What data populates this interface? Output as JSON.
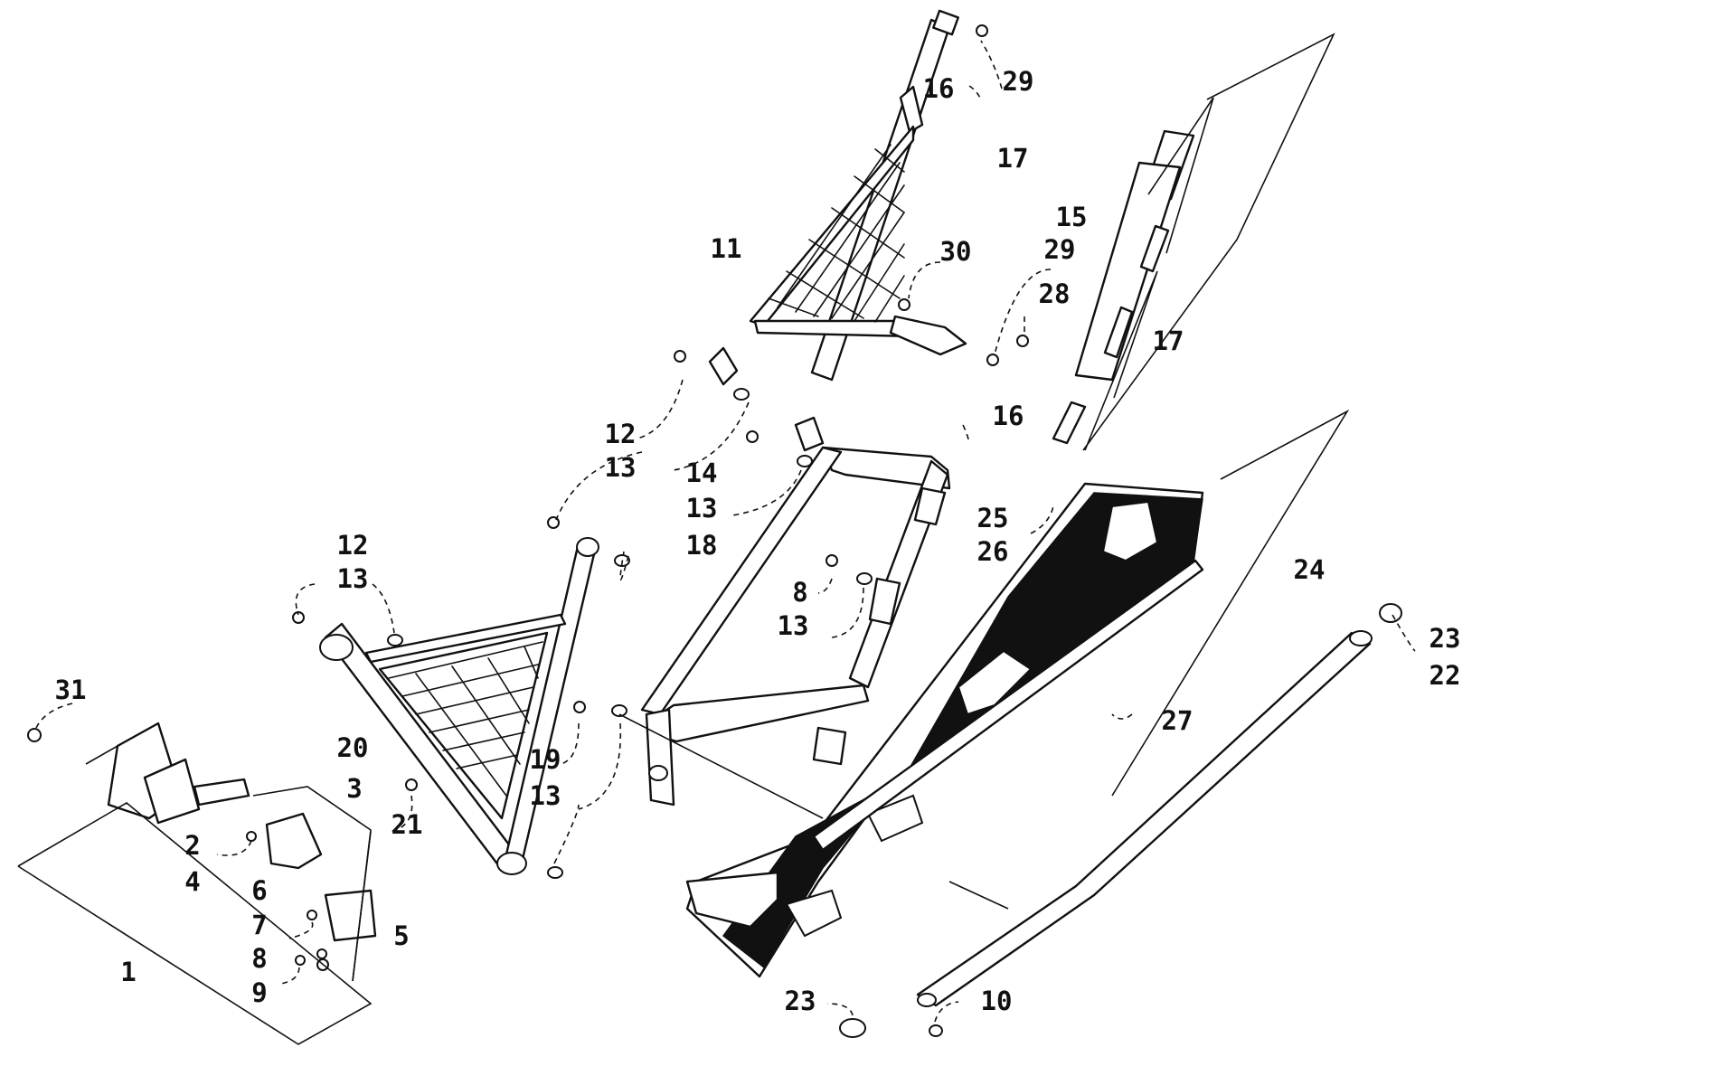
{
  "diagram": {
    "callouts": [
      {
        "id": "c1",
        "label": "1"
      },
      {
        "id": "c2",
        "label": "2"
      },
      {
        "id": "c3",
        "label": "3"
      },
      {
        "id": "c4",
        "label": "4"
      },
      {
        "id": "c5",
        "label": "5"
      },
      {
        "id": "c6",
        "label": "6"
      },
      {
        "id": "c7",
        "label": "7"
      },
      {
        "id": "c8a",
        "label": "8"
      },
      {
        "id": "c8b",
        "label": "8"
      },
      {
        "id": "c9",
        "label": "9"
      },
      {
        "id": "c10",
        "label": "10"
      },
      {
        "id": "c11",
        "label": "11"
      },
      {
        "id": "c12a",
        "label": "12"
      },
      {
        "id": "c12b",
        "label": "12"
      },
      {
        "id": "c13a",
        "label": "13"
      },
      {
        "id": "c13b",
        "label": "13"
      },
      {
        "id": "c13c",
        "label": "13"
      },
      {
        "id": "c13d",
        "label": "13"
      },
      {
        "id": "c13e",
        "label": "13"
      },
      {
        "id": "c14",
        "label": "14"
      },
      {
        "id": "c15",
        "label": "15"
      },
      {
        "id": "c16a",
        "label": "16"
      },
      {
        "id": "c16b",
        "label": "16"
      },
      {
        "id": "c17a",
        "label": "17"
      },
      {
        "id": "c17b",
        "label": "17"
      },
      {
        "id": "c18",
        "label": "18"
      },
      {
        "id": "c19",
        "label": "19"
      },
      {
        "id": "c20",
        "label": "20"
      },
      {
        "id": "c21",
        "label": "21"
      },
      {
        "id": "c22",
        "label": "22"
      },
      {
        "id": "c23a",
        "label": "23"
      },
      {
        "id": "c23b",
        "label": "23"
      },
      {
        "id": "c24",
        "label": "24"
      },
      {
        "id": "c25",
        "label": "25"
      },
      {
        "id": "c26",
        "label": "26"
      },
      {
        "id": "c27",
        "label": "27"
      },
      {
        "id": "c28",
        "label": "28"
      },
      {
        "id": "c29a",
        "label": "29"
      },
      {
        "id": "c29b",
        "label": "29"
      },
      {
        "id": "c30",
        "label": "30"
      },
      {
        "id": "c31",
        "label": "31"
      }
    ]
  }
}
